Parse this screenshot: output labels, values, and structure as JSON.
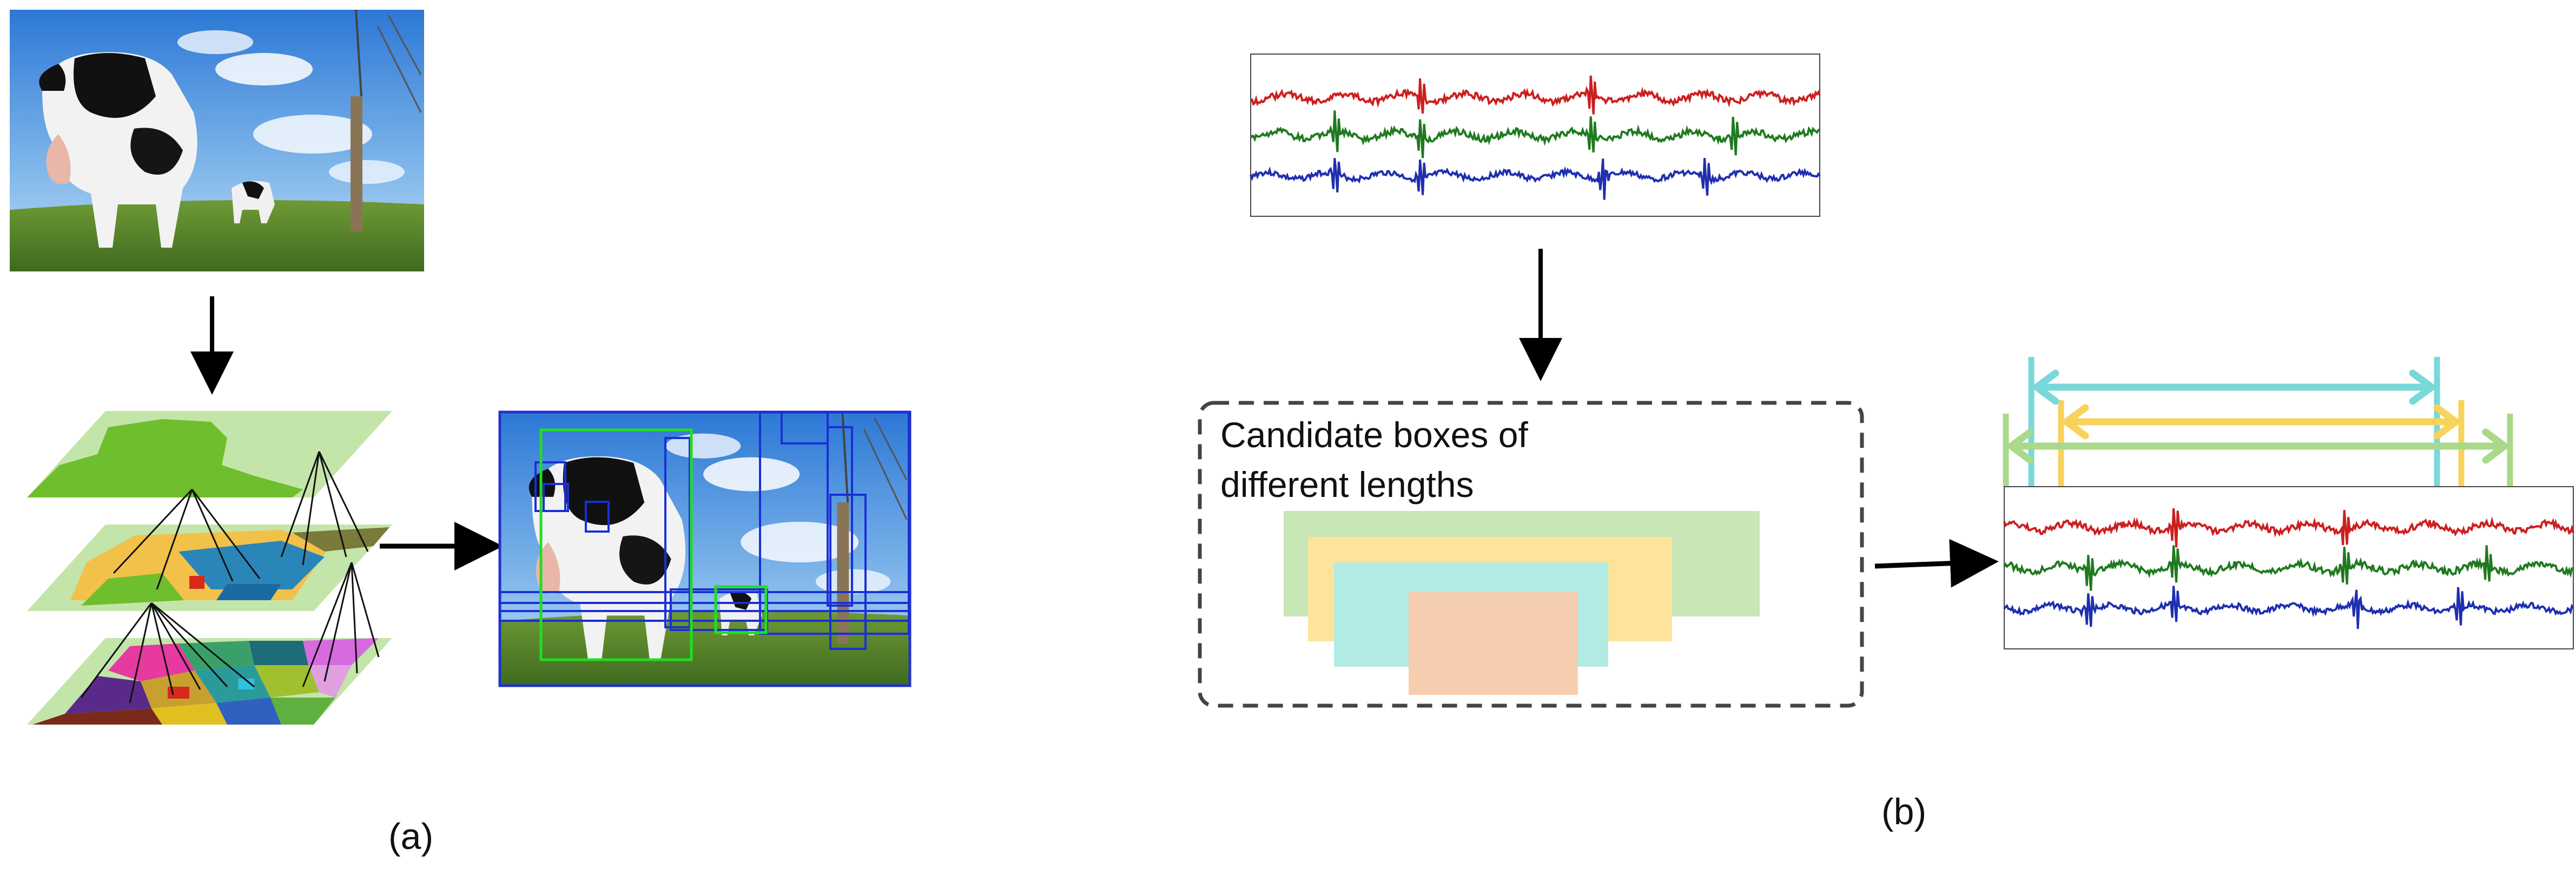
{
  "panel_a": {
    "caption": "(a)",
    "image_subject": "cow-on-pasture-photo",
    "segmentation_layers": [
      "coarse-segmentation-layer",
      "medium-segmentation-layer",
      "fine-segmentation-layer"
    ],
    "colors": {
      "arrow": "#000000",
      "box_blue": "#1a2fd6",
      "box_green": "#22dd22",
      "frame": "#2233cc"
    }
  },
  "panel_b": {
    "caption": "(b)",
    "candidate_label_line1": "Candidate boxes of",
    "candidate_label_line2": "different lengths",
    "signal_colors": [
      "#cc1f1f",
      "#1f7a1f",
      "#1f2fb0"
    ],
    "candidate_box_colors": [
      "#c9e6b6",
      "#fde49a",
      "#b2ebe4",
      "#f7cdb0"
    ],
    "span_arrow_colors": [
      "#79d8d8",
      "#f7d35c",
      "#a9d98a"
    ]
  }
}
